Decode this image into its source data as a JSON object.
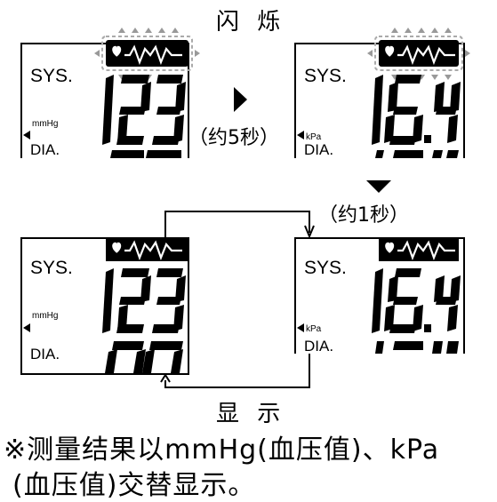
{
  "labels": {
    "blink": "闪 烁",
    "approx_5s": "（约5秒）",
    "approx_1s": "（约1秒）",
    "display": "显 示"
  },
  "note": {
    "line1": "※测量结果以mmHg(血压值)、kPa",
    "line2": "(血压值)交替显示。"
  },
  "panels": {
    "top_left": {
      "sys": "SYS.",
      "dia": "DIA.",
      "unit": "mmHg",
      "digits": "123"
    },
    "top_right": {
      "sys": "SYS.",
      "dia": "DIA.",
      "unit": "kPa",
      "digits": "16.4"
    },
    "bottom_left": {
      "sys": "SYS.",
      "dia": "DIA.",
      "unit": "mmHg",
      "digits": "123"
    },
    "bottom_right": {
      "sys": "SYS.",
      "dia": "DIA.",
      "unit": "kPa",
      "digits": "16.4"
    }
  },
  "icons": {
    "heart": "heart-pulse-icon",
    "arrow_right": "arrow-right-icon",
    "arrow_down": "arrow-down-icon"
  }
}
